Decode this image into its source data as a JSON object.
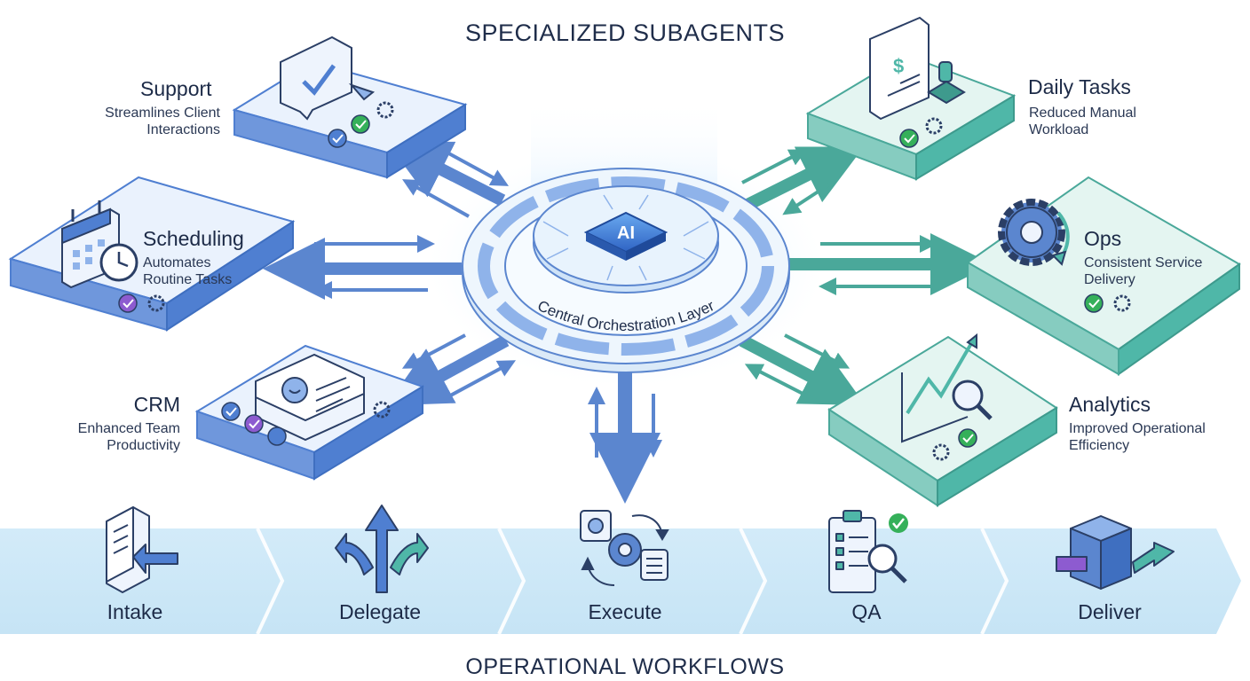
{
  "titles": {
    "top": "SPECIALIZED SUBAGENTS",
    "bottom": "OPERATIONAL WORKFLOWS"
  },
  "hub": {
    "chip_label": "AI",
    "ring_label": "Central Orchestration Layer"
  },
  "agents": {
    "support": {
      "name": "Support",
      "desc1": "Streamlines Client",
      "desc2": "Interactions",
      "icon": "chat-check-icon"
    },
    "scheduling": {
      "name": "Scheduling",
      "desc1": "Automates",
      "desc2": "Routine Tasks",
      "icon": "calendar-clock-icon"
    },
    "crm": {
      "name": "CRM",
      "desc1": "Enhanced Team",
      "desc2": "Productivity",
      "icon": "contact-card-icon"
    },
    "daily": {
      "name": "Daily Tasks",
      "desc1": "Reduced Manual",
      "desc2": "Workload",
      "icon": "invoice-stamp-icon"
    },
    "ops": {
      "name": "Ops",
      "desc1": "Consistent Service",
      "desc2": "Delivery",
      "icon": "gear-cycle-icon"
    },
    "analytics": {
      "name": "Analytics",
      "desc1": "Improved Operational",
      "desc2": "Efficiency",
      "icon": "chart-magnifier-icon"
    }
  },
  "workflow": {
    "steps": [
      {
        "label": "Intake",
        "icon": "document-arrow-icon"
      },
      {
        "label": "Delegate",
        "icon": "split-arrows-icon"
      },
      {
        "label": "Execute",
        "icon": "gears-cycle-icon"
      },
      {
        "label": "QA",
        "icon": "clipboard-check-icon"
      },
      {
        "label": "Deliver",
        "icon": "package-arrow-icon"
      }
    ]
  },
  "colors": {
    "blue": "#4f7fd1",
    "blue_light": "#dfeafb",
    "teal": "#4fb7a8",
    "teal_light": "#dff4ef",
    "band": "#cfe8f7",
    "check_green": "#35b05a",
    "purple": "#8d5bd0"
  }
}
